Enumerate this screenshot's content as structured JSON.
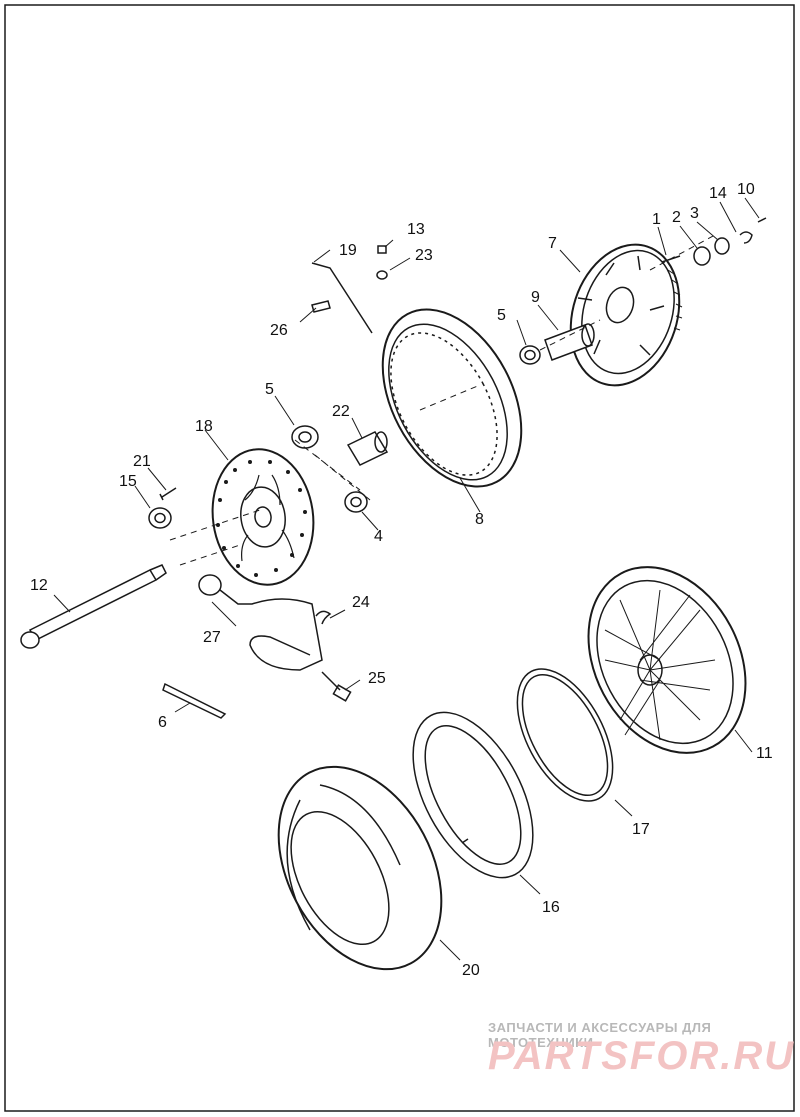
{
  "callouts": {
    "c1": "1",
    "c2": "2",
    "c3": "3",
    "c4": "4",
    "c5a": "5",
    "c5b": "5",
    "c6": "6",
    "c7": "7",
    "c8": "8",
    "c9": "9",
    "c10": "10",
    "c11": "11",
    "c12": "12",
    "c13": "13",
    "c14": "14",
    "c15": "15",
    "c16": "16",
    "c17": "17",
    "c18": "18",
    "c19": "19",
    "c20": "20",
    "c21": "21",
    "c22": "22",
    "c23": "23",
    "c24": "24",
    "c25": "25",
    "c26": "26",
    "c27": "27"
  },
  "watermark": {
    "tagline": "ЗАПЧАСТИ И АКСЕССУАРЫ ДЛЯ МОТОТЕХНИКИ",
    "logo": "PARTSFOR.RU"
  },
  "colors": {
    "line": "#1a1a1a",
    "watermark_text": "#b8b8b8",
    "watermark_logo": "#f3c3c3"
  }
}
